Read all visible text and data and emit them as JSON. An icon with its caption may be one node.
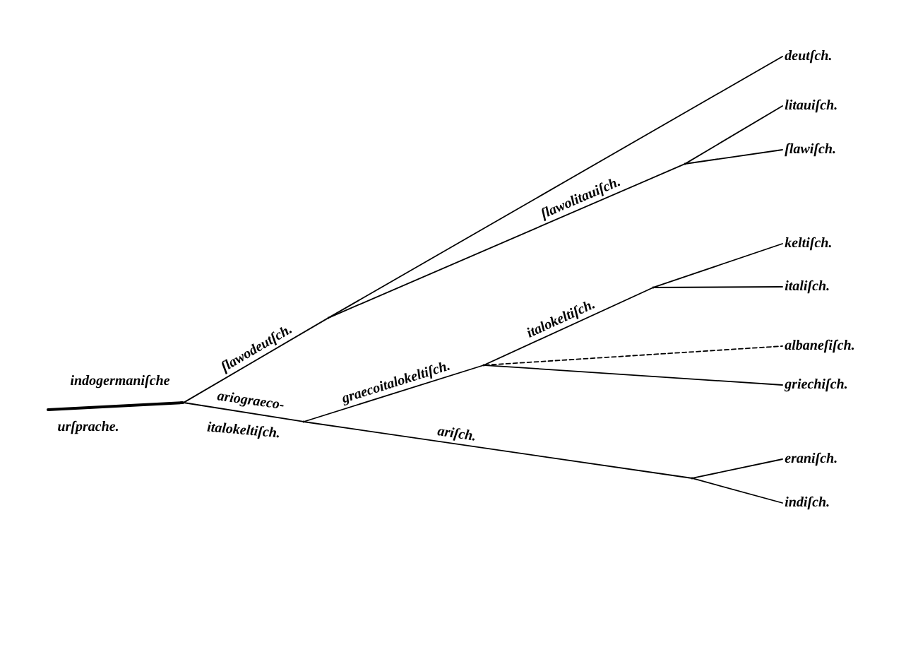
{
  "diagram": {
    "nodes": [
      {
        "text": [
          "deutſch."
        ]
      },
      {
        "text": [
          "litauiſch."
        ]
      },
      {
        "text": [
          "ſlawiſch."
        ]
      },
      {
        "text": [
          "keltiſch."
        ]
      },
      {
        "text": [
          "italiſch."
        ]
      },
      {
        "text": [
          "albaneſiſch."
        ]
      },
      {
        "text": [
          "griechiſch."
        ]
      },
      {
        "text": [
          "eraniſch."
        ]
      },
      {
        "text": [
          "indiſch."
        ]
      },
      {
        "text": [],
        "shape": "point"
      },
      {
        "text": [],
        "shape": "point"
      },
      {
        "text": [],
        "shape": "point"
      },
      {
        "text": [],
        "shape": "point"
      },
      {
        "text": [],
        "shape": "point"
      },
      {
        "text": [],
        "shape": "point"
      },
      {
        "text": [],
        "shape": "point"
      }
    ],
    "edges": [
      {
        "from": null,
        "to": 9,
        "arrow": "none",
        "style": "thick"
      },
      {
        "from": 9,
        "to": 10,
        "arrow": "none",
        "label": "ſlawodeutſch."
      },
      {
        "from": 9,
        "to": 12,
        "arrow": "none"
      },
      {
        "from": 10,
        "to": 0,
        "arrow": "none"
      },
      {
        "from": 10,
        "to": 11,
        "arrow": "none",
        "label": "ſlawolitauiſch."
      },
      {
        "from": 11,
        "to": 1,
        "arrow": "none"
      },
      {
        "from": 11,
        "to": 2,
        "arrow": "none"
      },
      {
        "from": 12,
        "to": 13,
        "arrow": "none",
        "label": "graecoitalokeltiſch."
      },
      {
        "from": 12,
        "to": 15,
        "arrow": "none",
        "label": "ariſch."
      },
      {
        "from": 13,
        "to": 14,
        "arrow": "none",
        "label": "italokeltiſch."
      },
      {
        "from": 14,
        "to": 3,
        "arrow": "none"
      },
      {
        "from": 14,
        "to": 4,
        "arrow": "none"
      },
      {
        "from": 13,
        "to": 5,
        "arrow": "none",
        "style": "dashed"
      },
      {
        "from": 13,
        "to": 6,
        "arrow": "none"
      },
      {
        "from": 15,
        "to": 7,
        "arrow": "none"
      },
      {
        "from": 15,
        "to": 8,
        "arrow": "none"
      }
    ],
    "labels": [
      "indogermaniſche",
      "urſprache.",
      "ariograeco-",
      "italokeltiſch."
    ]
  }
}
